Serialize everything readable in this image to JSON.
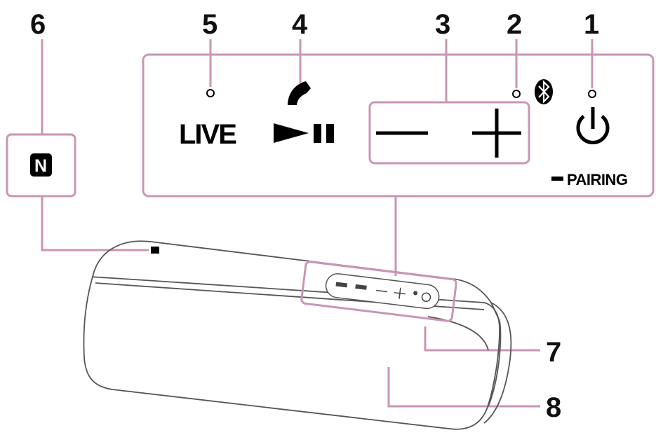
{
  "callouts": {
    "c1": "1",
    "c2": "2",
    "c3": "3",
    "c4": "4",
    "c5": "5",
    "c6": "6",
    "c7": "7",
    "c8": "8"
  },
  "panel": {
    "live_label": "LIVE",
    "pairing_label": "PAIRING",
    "nfc_letter": "N"
  },
  "colors": {
    "leader": "#c896b4",
    "outline": "#555555",
    "ink": "#000000"
  }
}
